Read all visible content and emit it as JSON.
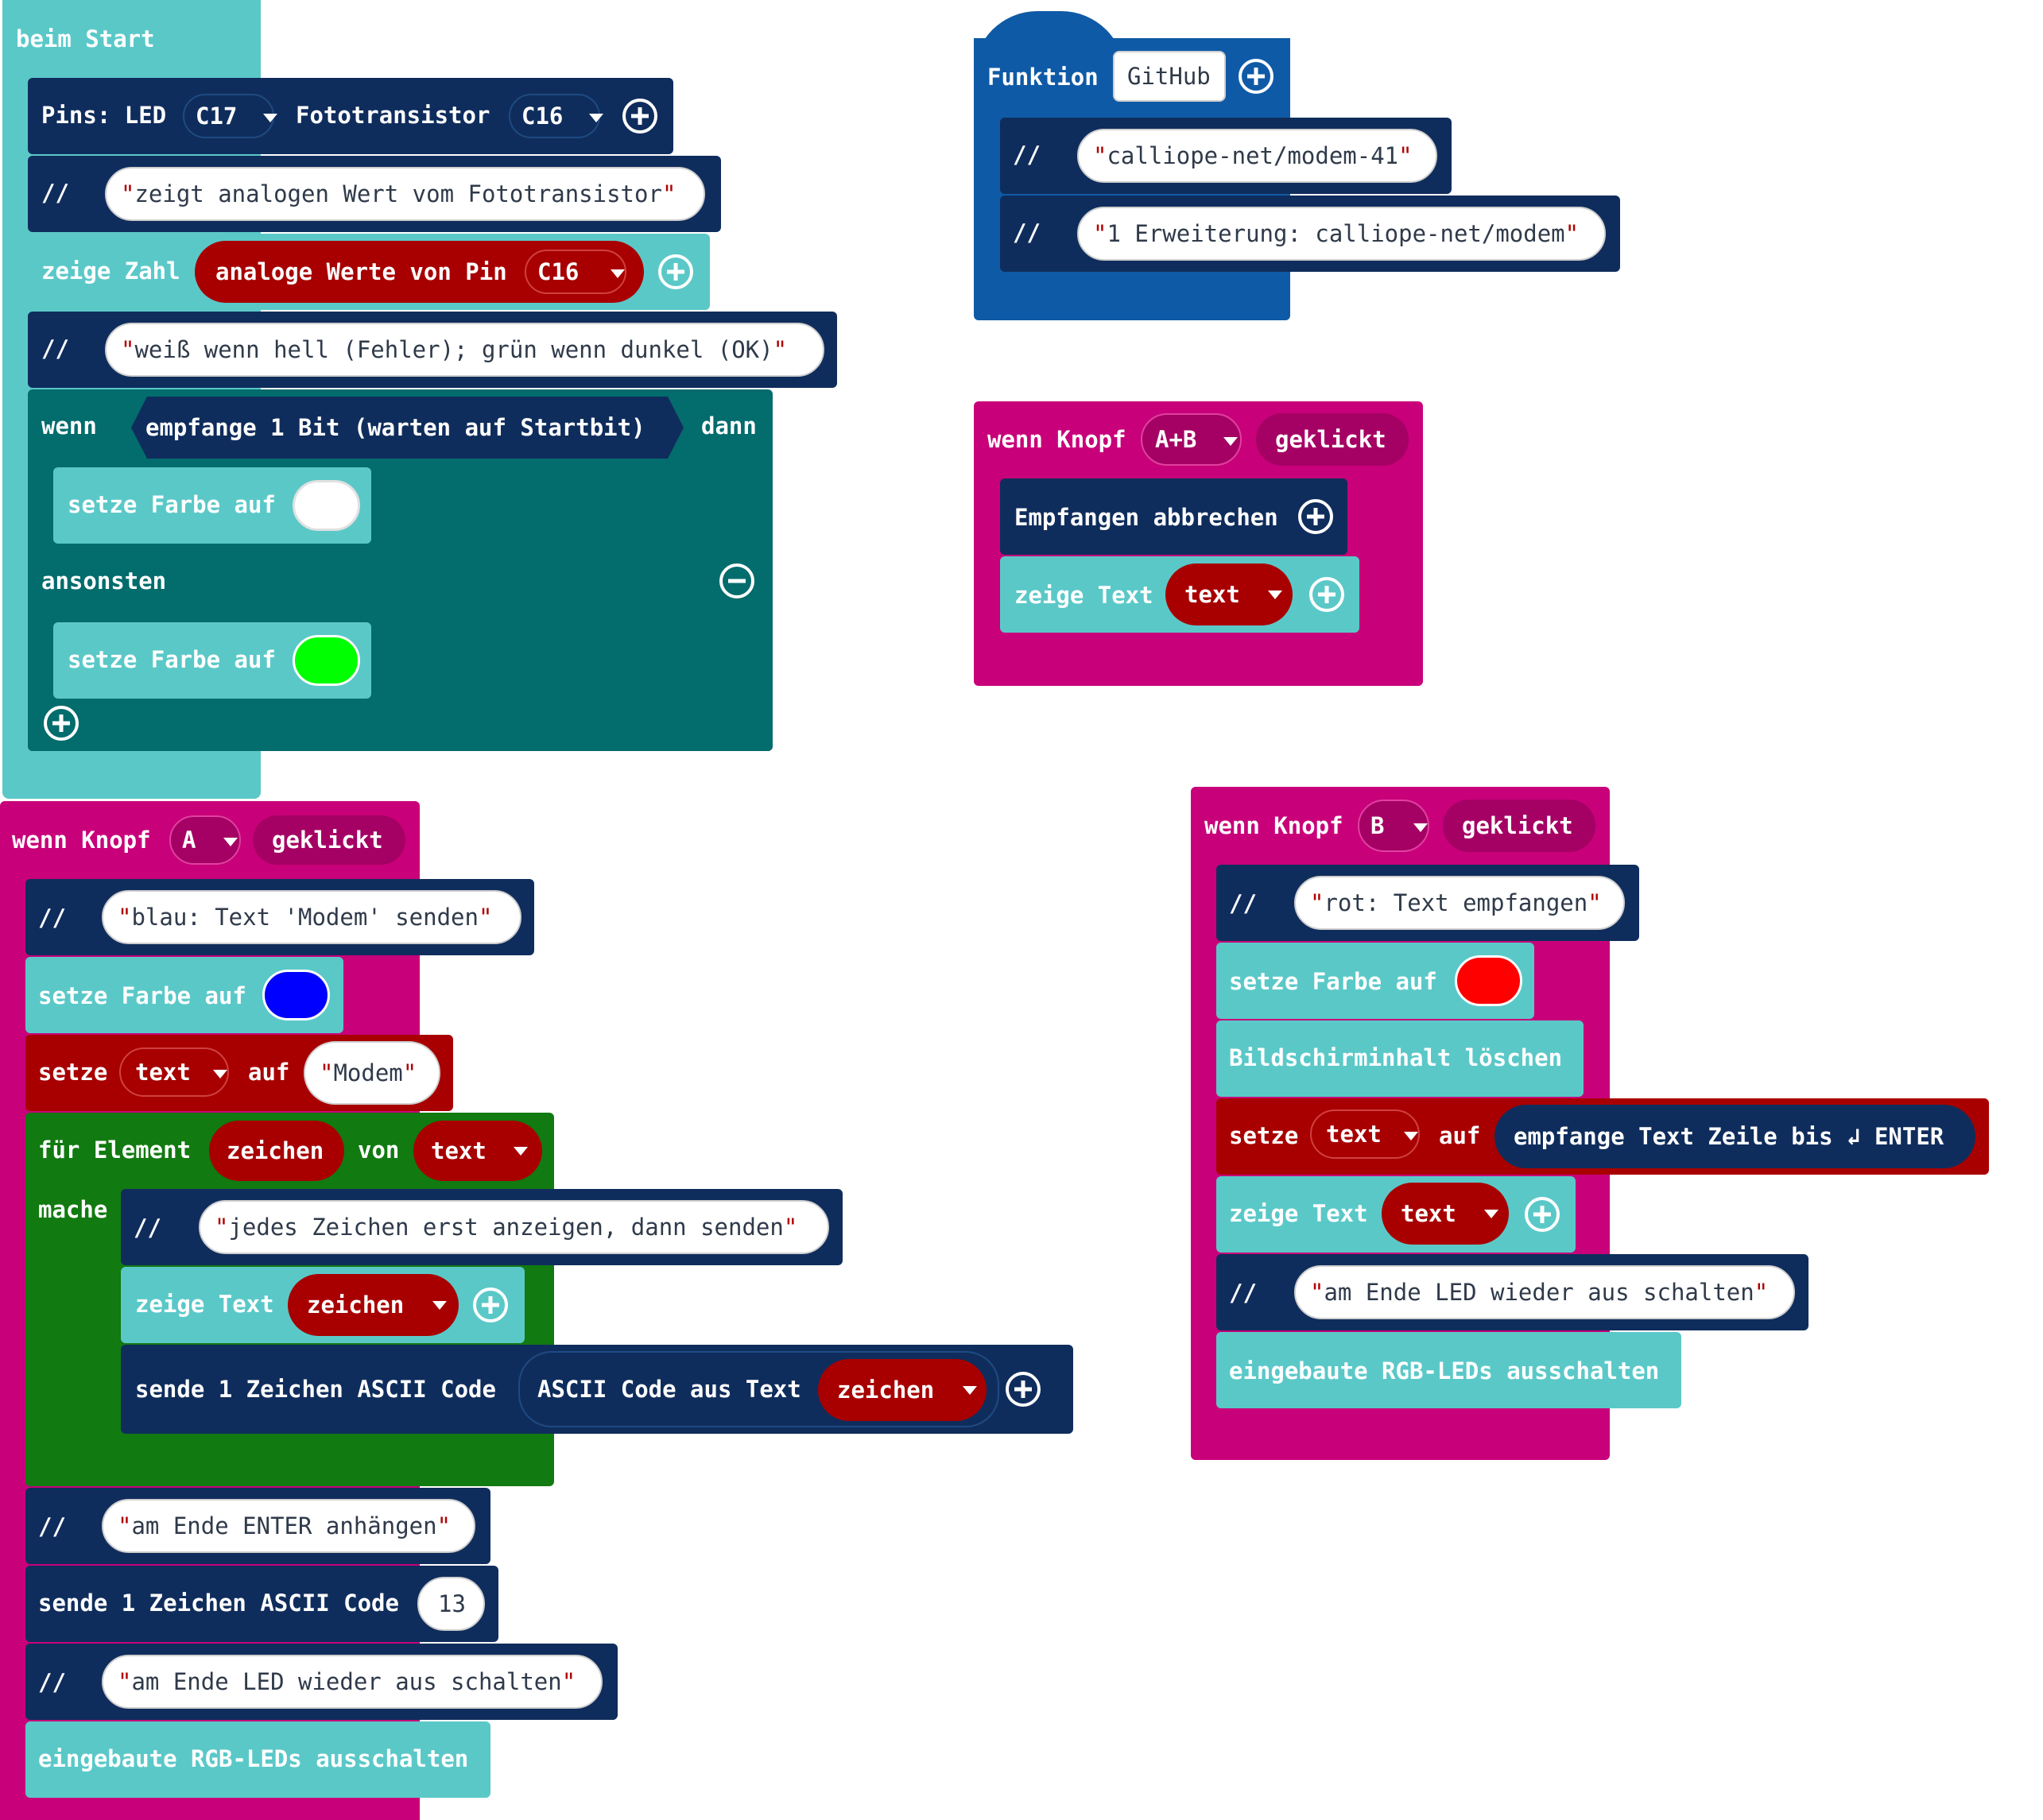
{
  "start": {
    "hat": "beim Start",
    "pins": {
      "label": "Pins: LED",
      "led": "C17",
      "photo_label": "Fototransistor",
      "photo": "C16"
    },
    "comment1": "zeigt analogen Wert vom Fototransistor",
    "show_number": {
      "label": "zeige Zahl",
      "reporter": "analoge Werte von Pin",
      "pin": "C16"
    },
    "comment2": "weiß wenn hell (Fehler); grün wenn dunkel (OK)",
    "if": {
      "wenn": "wenn",
      "cond": "empfange 1 Bit (warten auf Startbit)",
      "dann": "dann",
      "else": "ansonsten"
    },
    "set_color_1": {
      "label": "setze Farbe auf",
      "color": "#ffffff"
    },
    "set_color_2": {
      "label": "setze Farbe auf",
      "color": "#00ff00"
    }
  },
  "button_a": {
    "hat": "wenn Knopf",
    "button": "A",
    "event": "geklickt",
    "comment1": "blau: Text 'Modem' senden",
    "set_color": {
      "label": "setze Farbe auf",
      "color": "#0000ff"
    },
    "set_var": {
      "setze": "setze",
      "var": "text",
      "auf": "auf",
      "value": "Modem"
    },
    "for_each": {
      "label": "für Element",
      "item": "zeichen",
      "von": "von",
      "list": "text",
      "mache": "mache"
    },
    "comment2": "jedes Zeichen erst anzeigen, dann senden",
    "show_text": {
      "label": "zeige Text",
      "value": "zeichen"
    },
    "send_char": {
      "label": "sende 1 Zeichen ASCII Code",
      "reporter": "ASCII Code aus Text",
      "value": "zeichen"
    },
    "comment3": "am Ende ENTER anhängen",
    "send_13": {
      "label": "sende 1 Zeichen ASCII Code",
      "value": "13"
    },
    "comment4": "am Ende LED wieder aus schalten",
    "leds_off": "eingebaute RGB-LEDs ausschalten"
  },
  "function": {
    "label": "Funktion",
    "name": "GitHub",
    "comment1": "calliope-net/modem-41",
    "comment2": "1 Erweiterung: calliope-net/modem"
  },
  "button_ab": {
    "hat": "wenn Knopf",
    "button": "A+B",
    "event": "geklickt",
    "cancel": "Empfangen abbrechen",
    "show_text": {
      "label": "zeige Text",
      "value": "text"
    }
  },
  "button_b": {
    "hat": "wenn Knopf",
    "button": "B",
    "event": "geklickt",
    "comment1": "rot: Text empfangen",
    "set_color": {
      "label": "setze Farbe auf",
      "color": "#ff0000"
    },
    "clear": "Bildschirminhalt löschen",
    "set_var": {
      "setze": "setze",
      "var": "text",
      "auf": "auf",
      "reporter": "empfange Text Zeile bis ↲ ENTER"
    },
    "show_text": {
      "label": "zeige Text",
      "value": "text"
    },
    "comment2": "am Ende LED wieder aus schalten",
    "leds_off": "eingebaute RGB-LEDs ausschalten"
  }
}
